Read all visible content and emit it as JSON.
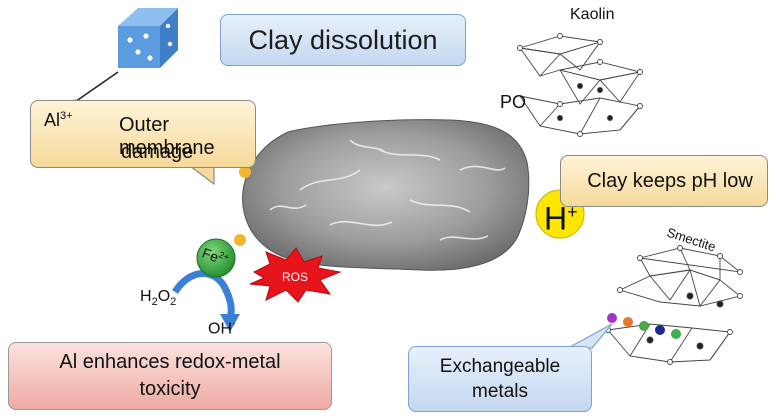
{
  "title": "Clay dissolution",
  "al_ion": {
    "base": "Al",
    "charge": "3+"
  },
  "membrane": {
    "line1": "Outer membrane",
    "line2": "damage"
  },
  "kaolin": {
    "label": "Kaolin",
    "po_label": "PO"
  },
  "ph": {
    "text": "Clay keeps pH low",
    "ion_base": "H",
    "ion_charge": "+"
  },
  "fenton": {
    "fe_base": "Fe",
    "fe_charge": "2+",
    "h2o2_base": "H",
    "h2o2_sub1": "2",
    "h2o2_mid": "O",
    "h2o2_sub2": "2",
    "oh": "OH",
    "oh_dot": "·"
  },
  "ros": {
    "label": "ROS"
  },
  "al_redox": {
    "line1": "Al enhances redox-metal",
    "line2": "toxicity"
  },
  "smectite": {
    "label": "Smectite"
  },
  "metals": {
    "line1": "Exchangeable",
    "line2": "metals"
  },
  "colors": {
    "metal_dots": [
      "#a233c4",
      "#e8752a",
      "#4aa845",
      "#1b2a8c",
      "#3cb04a"
    ],
    "ros_burst": "#e8141b",
    "ion_yellow": "#ffe600",
    "fe_green": "#2fa53a",
    "crystal_blue": "#5b9be0"
  }
}
